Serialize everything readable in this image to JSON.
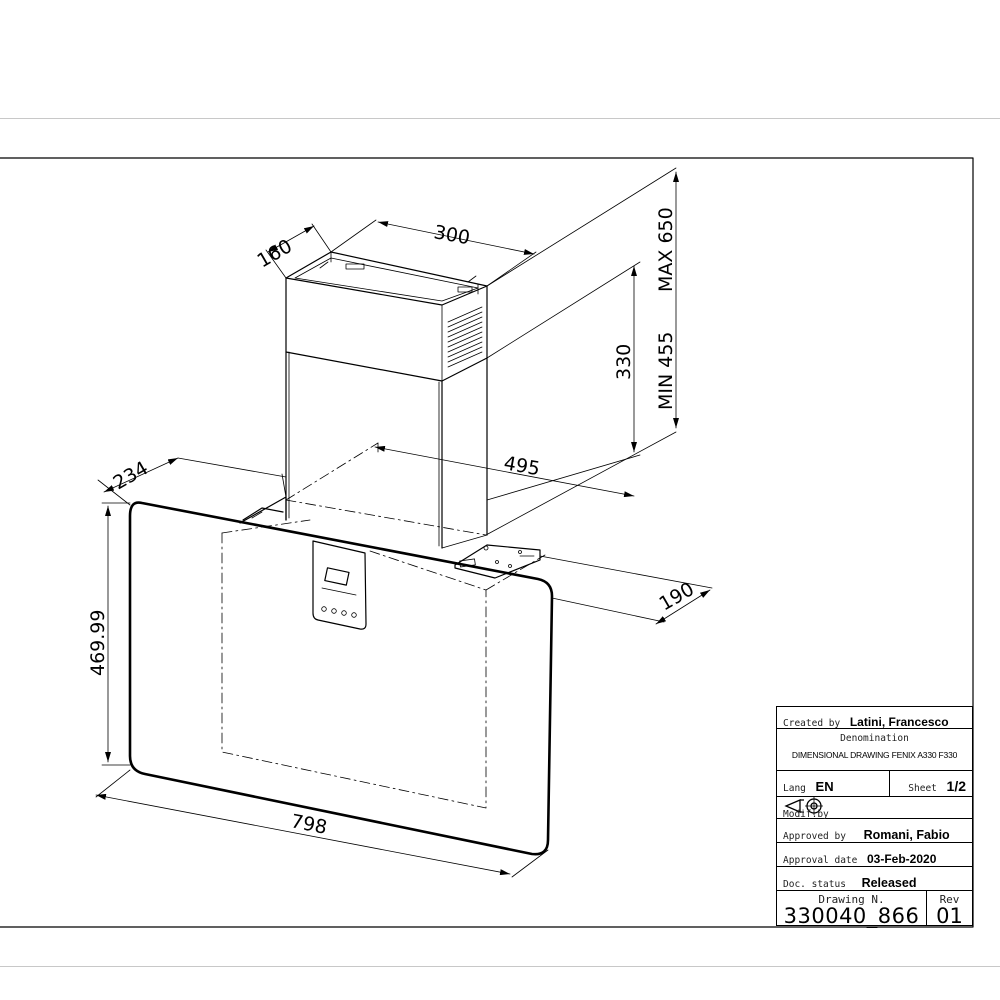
{
  "dimensions": {
    "top_width": "300",
    "top_depth": "160",
    "max_height": "MAX 650",
    "min_height": "MIN 455",
    "chimney": "330",
    "panel_depth": "234",
    "body_width": "495",
    "side_depth": "190",
    "panel_height": "469.99",
    "panel_width": "798"
  },
  "title_block": {
    "created_label": "Created by",
    "created_value": "Latini, Francesco",
    "denomination_label": "Denomination",
    "denomination_value": "DIMENSIONAL DRAWING FENIX A330 F330",
    "lang_label": "Lang",
    "lang_value": "EN",
    "sheet_label": "Sheet",
    "sheet_value": "1/2",
    "modif_label": "Modif.by",
    "approved_label": "Approved by",
    "approved_value": "Romani, Fabio",
    "approval_date_label": "Approval date",
    "approval_date_value": "03-Feb-2020",
    "status_label": "Doc. status",
    "status_value": "Released",
    "drawing_label": "Drawing N.",
    "drawing_value": "330040_866",
    "rev_label": "Rev",
    "rev_value": "01"
  }
}
